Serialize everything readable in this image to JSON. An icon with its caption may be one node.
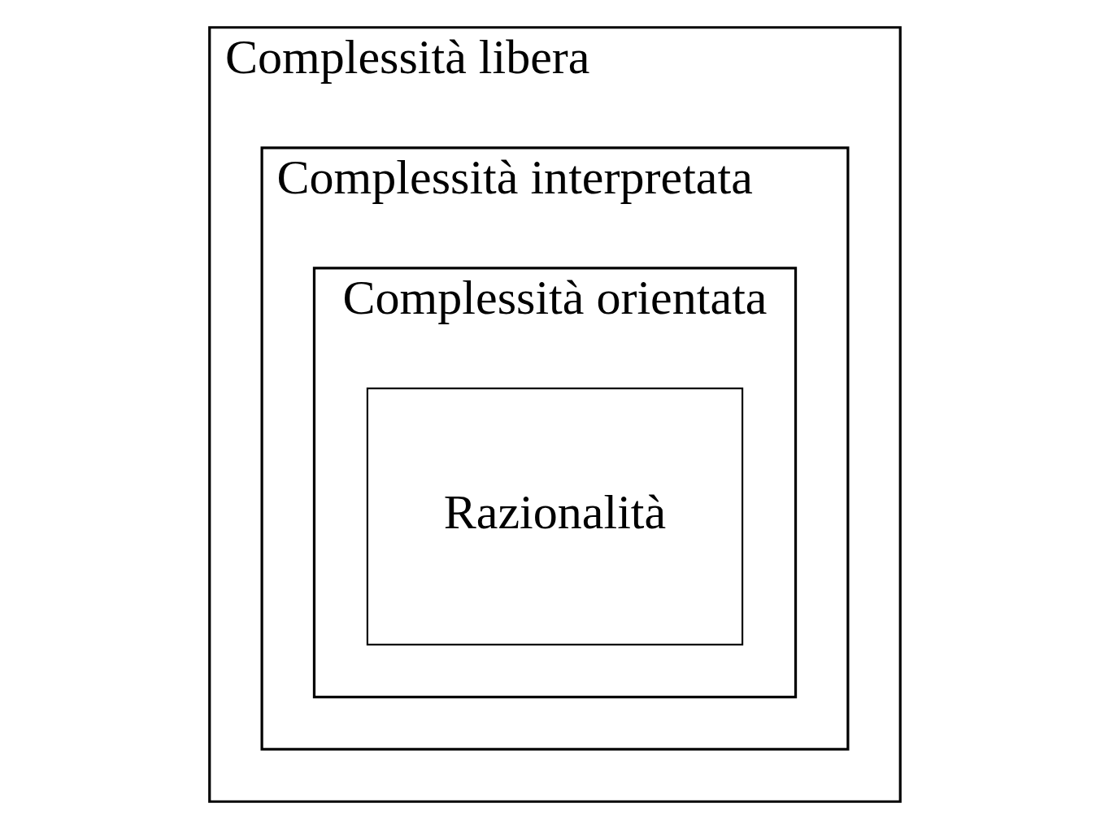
{
  "diagram": {
    "nodes": [
      {
        "text": [
          "Complessità libera"
        ]
      },
      {
        "text": [
          "Complessità interpretata"
        ],
        "in": 0
      },
      {
        "text": [
          "Complessità orientata"
        ],
        "in": 1
      },
      {
        "text": [
          "Razionalità"
        ],
        "in": 2
      }
    ]
  }
}
